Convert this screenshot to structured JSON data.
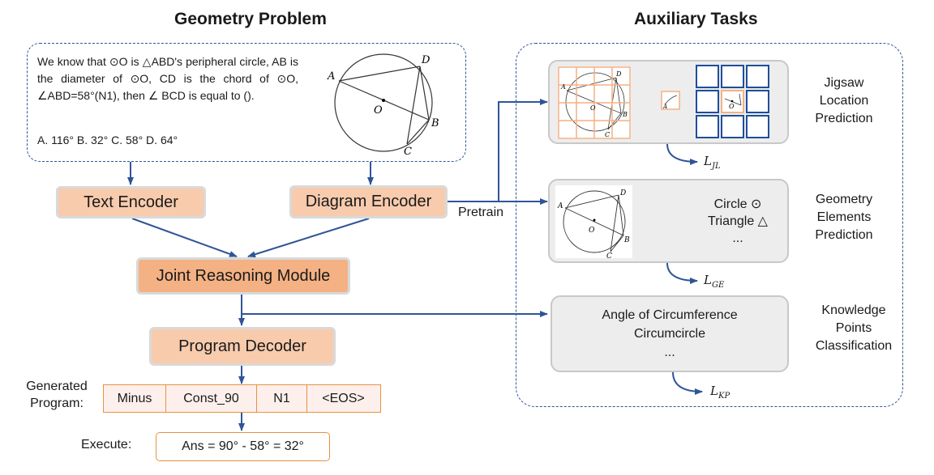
{
  "headings": {
    "left": "Geometry Problem",
    "right": "Auxiliary Tasks"
  },
  "problem": {
    "text": "We know that ⊙O is △ABD's peripheral circle, AB is the diameter of ⊙O, CD is the chord of ⊙O, ∠ABD=58°(N1), then ∠ BCD is equal to ().",
    "options": "A. 116°  B. 32°  C. 58°  D. 64°",
    "point_labels": [
      "A",
      "B",
      "C",
      "D",
      "O"
    ]
  },
  "modules": {
    "text_encoder": "Text Encoder",
    "diagram_encoder": "Diagram Encoder",
    "joint_reasoning": "Joint Reasoning Module",
    "program_decoder": "Program Decoder",
    "pretrain": "Pretrain"
  },
  "program": {
    "label": "Generated Program:",
    "tokens": [
      "Minus",
      "Const_90",
      "N1",
      "<EOS>"
    ],
    "execute_label": "Execute:",
    "result": "Ans = 90° - 58° = 32°"
  },
  "tasks": {
    "jigsaw": {
      "title": "Jigsaw Location Prediction",
      "loss": "L",
      "loss_sub": "JL"
    },
    "elements": {
      "title": "Geometry Elements Prediction",
      "items": [
        "Circle ⊙",
        "Triangle △",
        "..."
      ],
      "loss": "L",
      "loss_sub": "GE"
    },
    "knowledge": {
      "title": "Knowledge Points Classification",
      "items": [
        "Angle of Circumference",
        "Circumcircle",
        "..."
      ],
      "loss": "L",
      "loss_sub": "KP"
    }
  },
  "colors": {
    "arrow": "#2f5597",
    "dashed_border": "#2f5597",
    "encoder_fill": "#f8cbad",
    "reasoning_fill": "#f4b183",
    "grid_orange": "#f4b183",
    "grid_blue": "#1f4e9a",
    "task_fill": "#ededed"
  }
}
